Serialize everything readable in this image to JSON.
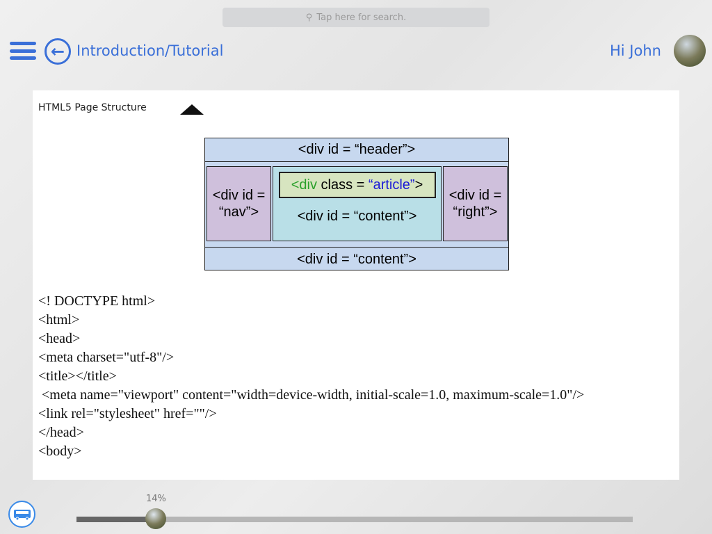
{
  "search": {
    "placeholder": "Tap here for search."
  },
  "header": {
    "breadcrumb": "Introduction/Tutorial",
    "greeting": "Hi John"
  },
  "page": {
    "title": "HTML5 Page Structure",
    "diagram": {
      "header": "<div id = “header”>",
      "nav": "<div id = “nav”>",
      "article_open": "<div",
      "article_class": " class = ",
      "article_value": "“article”",
      "article_close": ">",
      "content": "<div id = “content”>",
      "right": "<div id = “right”>",
      "footer": "<div id = “content”>"
    },
    "code_lines": [
      "<! DOCTYPE html>",
      "<html>",
      "<head>",
      "<meta charset=\"utf-8\"/>",
      "<title></title>",
      " <meta name=\"viewport\" content=\"width=device-width, initial-scale=1.0, maximum-scale=1.0\"/>",
      "<link rel=\"stylesheet\" href=\"\"/>",
      "</head>",
      "<body>"
    ]
  },
  "progress": {
    "label": "14%",
    "value": 0.14
  },
  "colors": {
    "accent": "#3a6fd8"
  }
}
